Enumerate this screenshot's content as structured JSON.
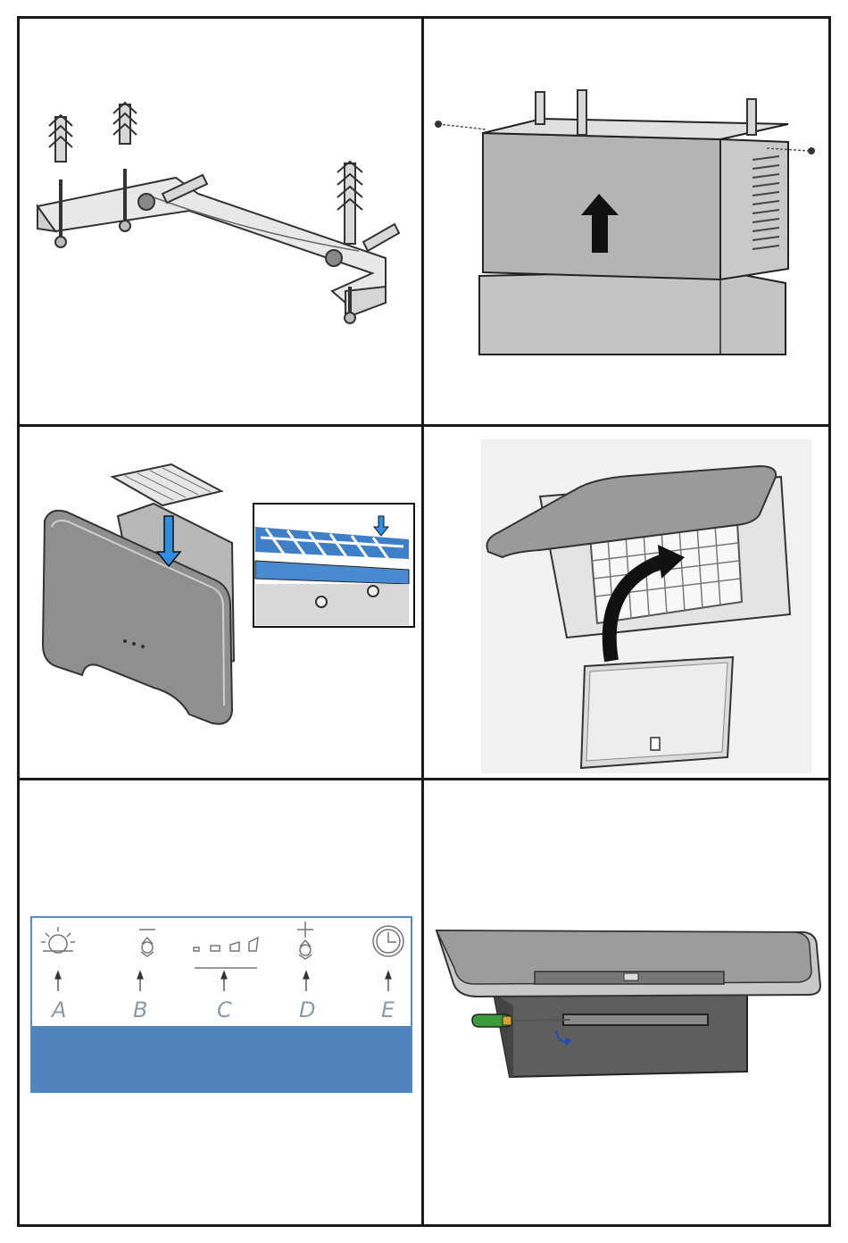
{
  "panels": [
    {
      "id": "p1",
      "subject": "wall-bracket-with-anchors"
    },
    {
      "id": "p2",
      "subject": "chimney-cover-slide-up"
    },
    {
      "id": "p3",
      "subject": "grease-filter-insert"
    },
    {
      "id": "p4",
      "subject": "filter-panel-lift"
    },
    {
      "id": "p5",
      "subject": "control-panel-diagram"
    },
    {
      "id": "p6",
      "subject": "screwdriver-panel-removal"
    }
  ],
  "control_panel": {
    "labels": [
      "A",
      "B",
      "C",
      "D",
      "E"
    ],
    "icons": [
      "light-icon",
      "fan-minus-icon",
      "speed-level-icon",
      "fan-plus-icon",
      "timer-icon"
    ],
    "accent_color": "#5184bd",
    "border_color": "#5a8ccc"
  },
  "colors": {
    "arrow_blue": "#2f8ee0",
    "arrow_black": "#111111",
    "metal": "#a7a7a7",
    "screwdriver_green": "#3c9a3c"
  }
}
